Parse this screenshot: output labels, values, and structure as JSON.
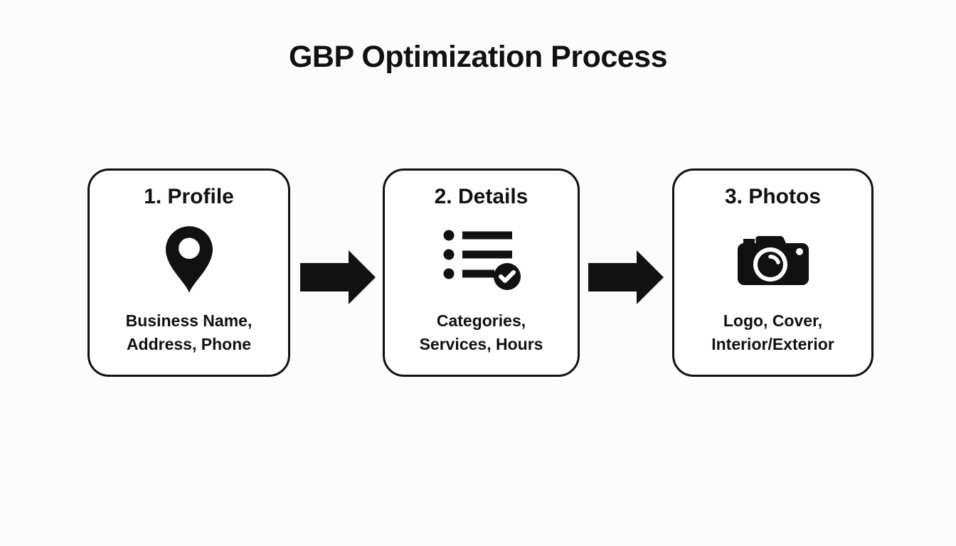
{
  "title": "GBP Optimization Process",
  "colors": {
    "ink": "#111111",
    "background": "#fcfcfc",
    "box_fill": "#fefefe"
  },
  "steps": [
    {
      "heading": "1. Profile",
      "icon": "location-pin-icon",
      "caption_line1": "Business Name,",
      "caption_line2": "Address, Phone"
    },
    {
      "heading": "2. Details",
      "icon": "checklist-icon",
      "caption_line1": "Categories,",
      "caption_line2": "Services, Hours"
    },
    {
      "heading": "3. Photos",
      "icon": "camera-icon",
      "caption_line1": "Logo, Cover,",
      "caption_line2": "Interior/Exterior"
    }
  ],
  "connectors": [
    "right-arrow",
    "right-arrow"
  ]
}
